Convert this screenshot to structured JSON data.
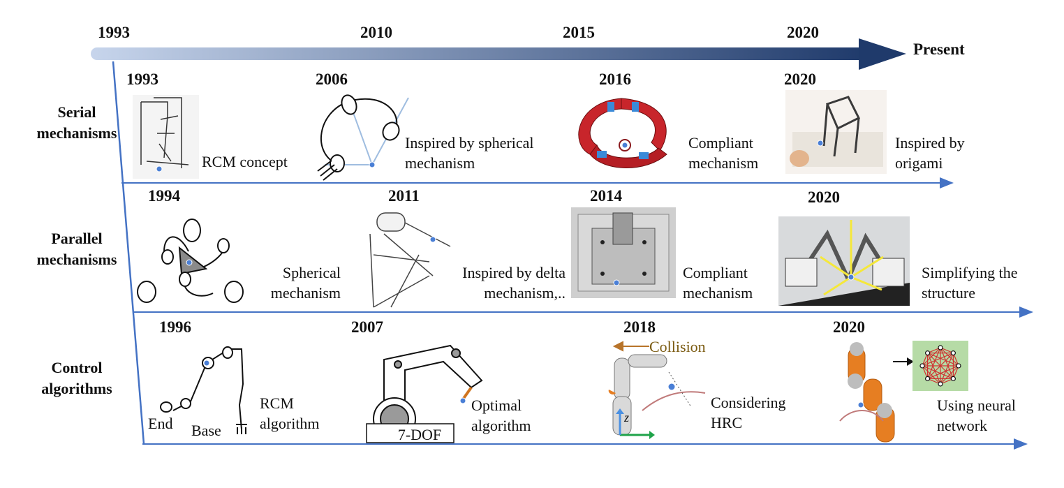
{
  "timeline": {
    "years": [
      "1993",
      "2010",
      "2015",
      "2020"
    ],
    "end_label": "Present",
    "colors": {
      "arrow_start": "#c7d5ec",
      "arrow_end": "#1f3a6b",
      "row_arrow": "#4472c4",
      "accent_dot": "#4a7fd6"
    }
  },
  "rows": [
    {
      "label_line1": "Serial",
      "label_line2": "mechanisms",
      "items": [
        {
          "year": "1993",
          "caption_line1": "RCM concept",
          "caption_line2": ""
        },
        {
          "year": "2006",
          "caption_line1": "Inspired by spherical",
          "caption_line2": "mechanism"
        },
        {
          "year": "2016",
          "caption_line1": "Compliant",
          "caption_line2": "mechanism"
        },
        {
          "year": "2020",
          "caption_line1": "Inspired by",
          "caption_line2": "origami"
        }
      ]
    },
    {
      "label_line1": "Parallel",
      "label_line2": "mechanisms",
      "items": [
        {
          "year": "1994",
          "caption_line1": "Spherical",
          "caption_line2": "mechanism"
        },
        {
          "year": "2011",
          "caption_line1": "Inspired by delta",
          "caption_line2": "mechanism,.."
        },
        {
          "year": "2014",
          "caption_line1": "Compliant",
          "caption_line2": "mechanism"
        },
        {
          "year": "2020",
          "caption_line1": "Simplifying the",
          "caption_line2": "structure"
        }
      ]
    },
    {
      "label_line1": "Control",
      "label_line2": "algorithms",
      "items": [
        {
          "year": "1996",
          "caption_line1": "RCM",
          "caption_line2": "algorithm"
        },
        {
          "year": "2007",
          "caption_line1": "Optimal",
          "caption_line2": "algorithm"
        },
        {
          "year": "2018",
          "caption_line1": "Considering",
          "caption_line2": "HRC"
        },
        {
          "year": "2020",
          "caption_line1": "Using neural",
          "caption_line2": "network"
        }
      ]
    }
  ],
  "annotations": {
    "end": "End",
    "base": "Base",
    "dof": "7-DOF",
    "collision": "Collision",
    "z_axis": "z"
  }
}
